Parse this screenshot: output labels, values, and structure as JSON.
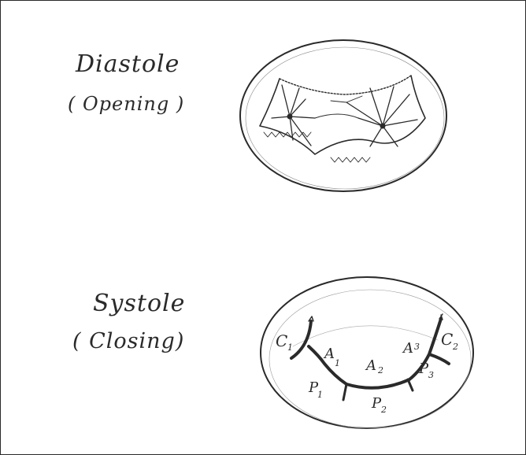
{
  "diastole": {
    "title": "Diastole",
    "subtitle": "( Opening )"
  },
  "systole": {
    "title": "Systole",
    "subtitle": "( Closing)",
    "labels": {
      "c1": "C",
      "c1_sub": "1",
      "a1": "A",
      "a1_sub": "1",
      "a2": "A",
      "a2_sub": "2",
      "a3": "A",
      "a3_sub": "3",
      "c2": "C",
      "c2_sub": "2",
      "p1": "P",
      "p1_sub": "1",
      "p2": "P",
      "p2_sub": "2",
      "p3": "P",
      "p3_sub": "3"
    }
  },
  "colors": {
    "ink": "#2a2a2a",
    "paper": "#ffffff"
  }
}
